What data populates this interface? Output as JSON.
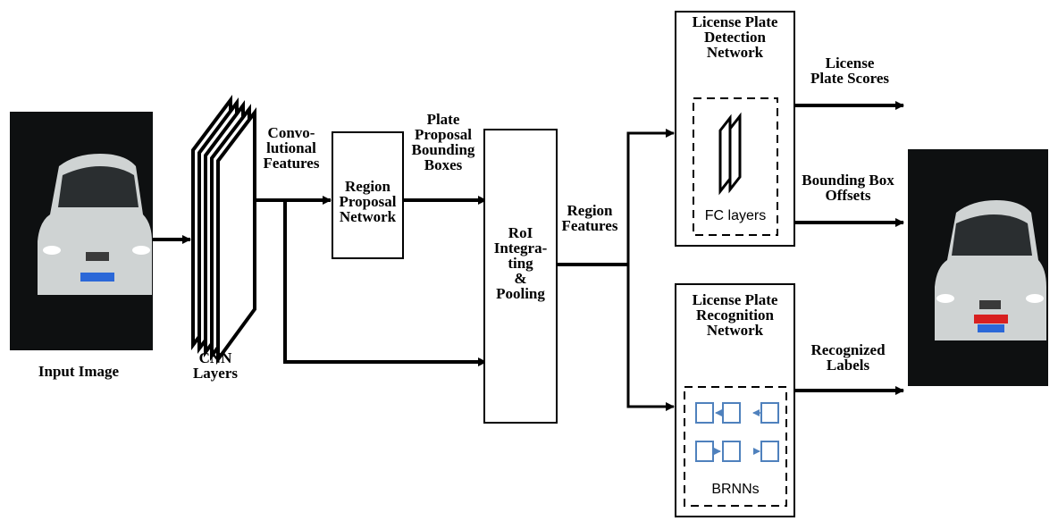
{
  "input_image_label": "Input  Image",
  "cnn_label": "CNN\nLayers",
  "conv_features_label": "Convo-\nlutional\nFeatures",
  "rpn_label": "Region\nProposal\nNetwork",
  "plate_proposal_label": "Plate\nProposal\nBounding\nBoxes",
  "roi_label": "RoI\nIntegra-\nting\n&\nPooling",
  "region_features_label": "Region\nFeatures",
  "detection": {
    "title": "License Plate\nDetection\nNetwork",
    "inner_label": "FC layers",
    "output_scores": "License\nPlate Scores",
    "output_offsets": "Bounding Box\nOffsets"
  },
  "recognition": {
    "title": "License Plate\nRecognition\nNetwork",
    "inner_label": "BRNNs",
    "output_labels": "Recognized\nLabels"
  },
  "colors": {
    "line": "#000000",
    "rnn_cell": "#4f81bd",
    "night_bg": "#0e1011",
    "car_body": "#cfd3d3"
  },
  "plate_colors": {
    "input": "#2b68d8",
    "output": "#d82020"
  }
}
